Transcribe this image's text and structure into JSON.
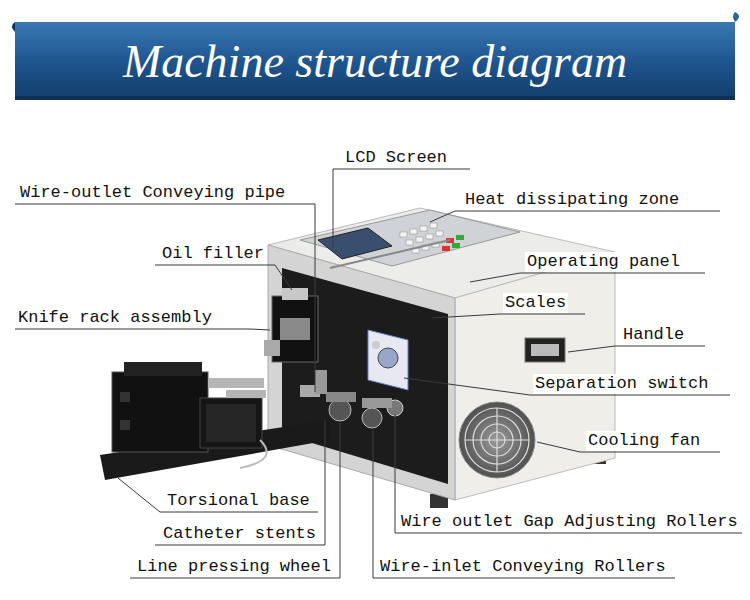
{
  "diagram": {
    "title": "Machine structure diagram",
    "labels": [
      "LCD Screen",
      "Wire-outlet Conveying pipe",
      "Heat dissipating zone",
      "Oil filler",
      "Operating panel",
      "Scales",
      "Knife rack assembly",
      "Handle",
      "Separation switch",
      "Cooling fan",
      "Torsional base",
      "Wire outlet Gap Adjusting Rollers",
      "Catheter stents",
      "Line pressing wheel",
      "Wire-inlet Conveying Rollers"
    ]
  }
}
